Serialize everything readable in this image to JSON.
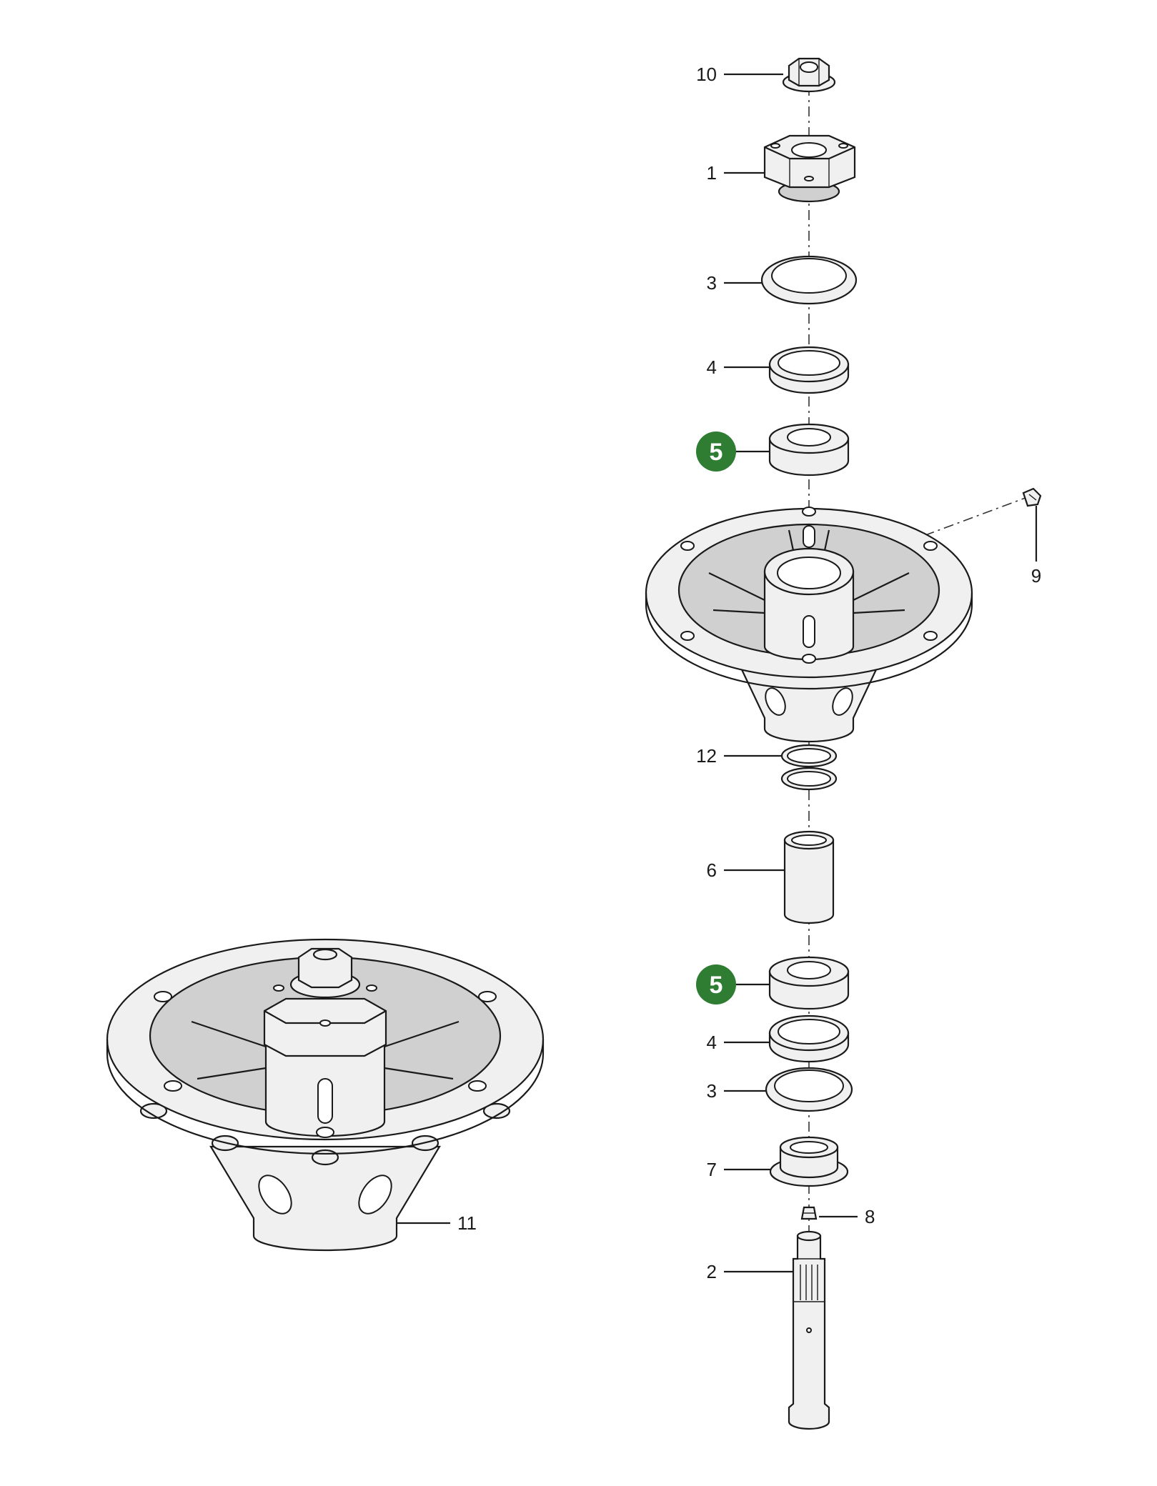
{
  "callouts": {
    "nut": "10",
    "pulley_hub": "1",
    "shield_upper": "3",
    "seal_upper": "4",
    "bearing_upper": "5",
    "grease_fitting_side": "9",
    "oring": "12",
    "spacer": "6",
    "bearing_lower": "5",
    "seal_lower": "4",
    "shield_lower": "3",
    "retainer": "7",
    "grease_fitting_bottom": "8",
    "shaft": "2",
    "spindle_assembly": "11"
  },
  "colors": {
    "highlight_badge": "#2e7d32",
    "line": "#1a1a1a"
  },
  "highlighted_callouts": [
    "bearing_upper",
    "bearing_lower"
  ]
}
